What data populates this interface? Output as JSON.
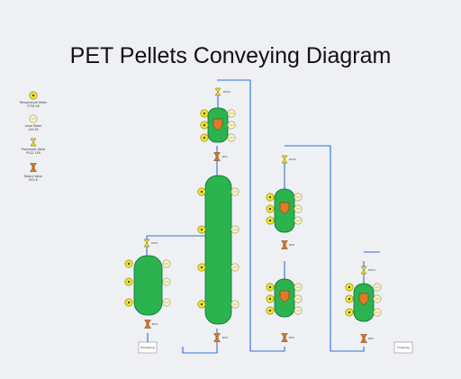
{
  "title": "PET Pellets Conveying Diagram",
  "legend": [
    {
      "icon": "temperature-meter-icon",
      "label": "Temperature Meter",
      "code": "ET26-56"
    },
    {
      "icon": "level-meter-icon",
      "label": "Level Meter",
      "code": "L05-59"
    },
    {
      "icon": "pneumatic-valve-icon",
      "label": "Pneumatic Valve",
      "code": "PV12-159"
    },
    {
      "icon": "rotary-valve-icon",
      "label": "Rotary Valve",
      "code": "RV1-6"
    }
  ],
  "labels": {
    "packaging": "Packaging",
    "tank3_v": "PV13",
    "tank4_v": "PV12",
    "top_v": "PV10",
    "r1": "RV4",
    "r2": "RV1",
    "r3": "RV2",
    "r4": "RV3",
    "r5": "RV5",
    "left_tank_v": "PV11",
    "endpoint": "Finishing"
  },
  "colors": {
    "tank": "#2bb34f",
    "tank_stroke": "#0b6b2b",
    "pipe": "#2f6fd6",
    "rotary": "#e07a28",
    "temp": "#f0e22a",
    "level": "#f8f3c8"
  }
}
